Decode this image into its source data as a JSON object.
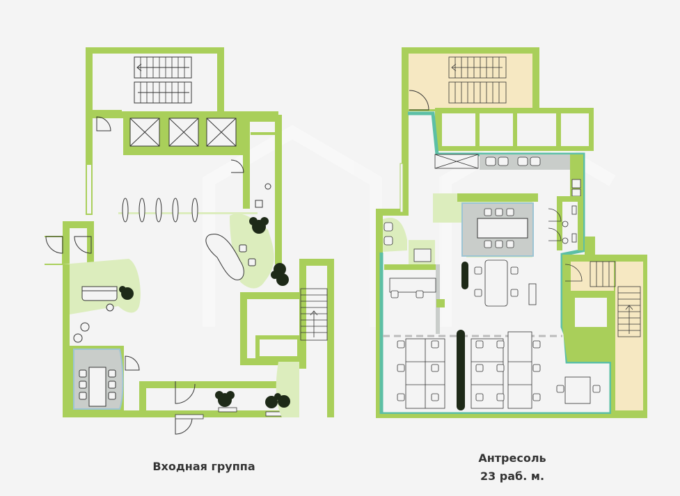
{
  "colors": {
    "wall": "#a9cf5a",
    "light_green": "#dcedbd",
    "teal": "#5cbfa5",
    "beige": "#f6e8c2",
    "grey_room": "#c9cdca",
    "blue_line": "#9cc4d4",
    "dark": "#333333",
    "plant": "#1e2a18"
  },
  "captions": {
    "ground_floor": "Входная группа",
    "mezzanine_line1": "Антресоль",
    "mezzanine_line2": "23 раб. м."
  }
}
